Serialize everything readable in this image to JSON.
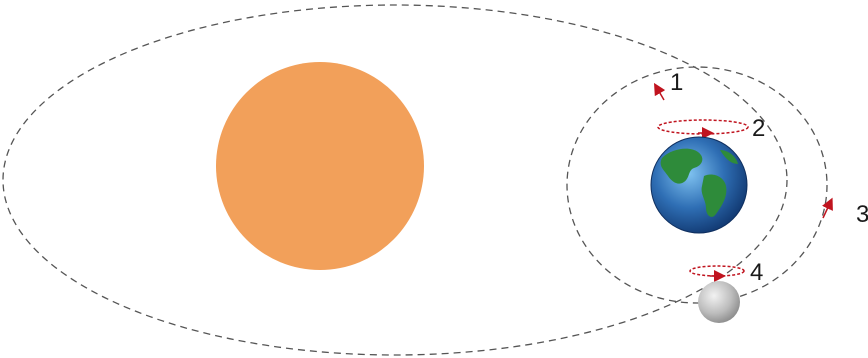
{
  "labels": {
    "l1": "1",
    "l2": "2",
    "l3": "3",
    "l4": "4"
  },
  "bodies": {
    "sun": {
      "name": "sun",
      "color": "#f2a05a"
    },
    "earth": {
      "name": "earth",
      "ocean_color": "#2f6fb5",
      "land_color": "#2e8b3a"
    },
    "moon": {
      "name": "moon",
      "color": "#bdbdbd"
    }
  },
  "colors": {
    "orbit_dash": "#555555",
    "arrow": "#c0141f",
    "text": "#1a1a1a"
  }
}
